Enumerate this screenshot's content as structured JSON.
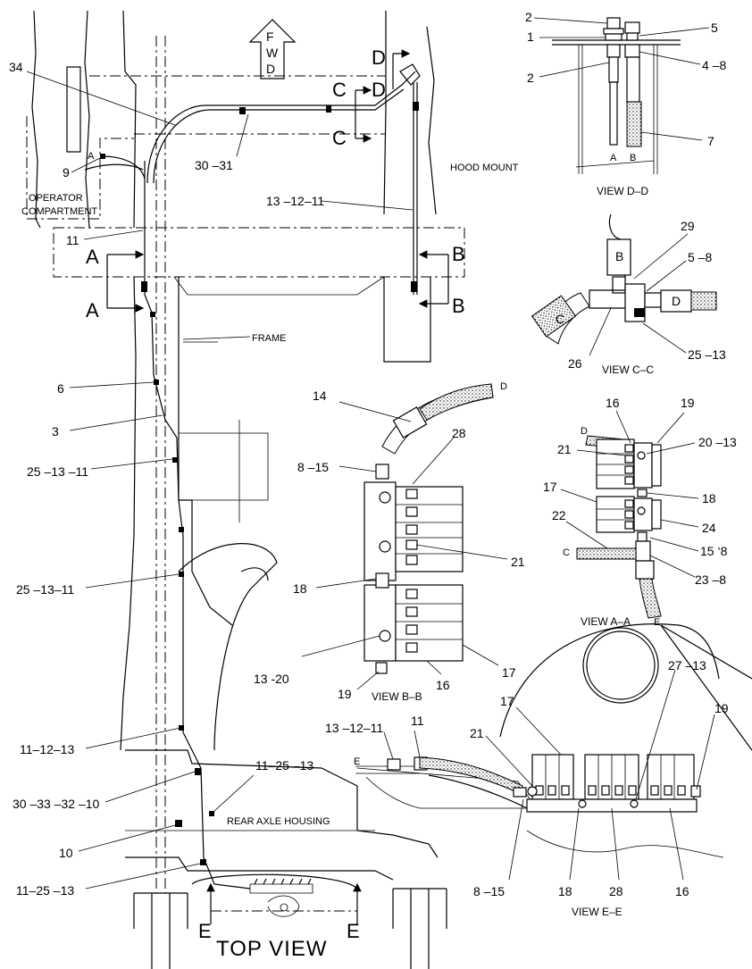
{
  "labels": {
    "fwd": [
      "F",
      "W",
      "D"
    ],
    "top_view": "TOP VIEW",
    "operator_compartment": "OPERATOR\nCOMPARTMENT",
    "frame": "FRAME",
    "rear_axle_housing": "REAR AXLE HOUSING",
    "hood_mount": "HOOD MOUNT",
    "view_dd": "VIEW D–D",
    "view_cc": "VIEW C–C",
    "view_bb": "VIEW B–B",
    "view_aa": "VIEW A–A",
    "view_ee": "VIEW E–E"
  },
  "section_marks": {
    "A": "A",
    "B": "B",
    "C": "C",
    "D": "D",
    "E": "E"
  },
  "callouts": {
    "c34": "34",
    "c9": "9",
    "cA_small": "A",
    "c30_31": "30 –31",
    "c13_12_11_top": "13 –12–11",
    "c11_top": "11",
    "c6": "6",
    "c3": "3",
    "c25_13_11_a": "25 –13 –11",
    "c25_13_11_b": "25 –13–11",
    "c11_12_13": "11–12–13",
    "c30_33_32_10": "30 –33 –32 –10",
    "c11_25_13_a": "11–25 –13",
    "c10": "10",
    "c11_25_13_b": "11–25 –13",
    "dd_2a": "2",
    "dd_1": "1",
    "dd_5": "5",
    "dd_4_8": "4 –8",
    "dd_2b": "2",
    "dd_7": "7",
    "dd_A": "A",
    "dd_B": "B",
    "cc_29": "29",
    "cc_5_8": "5 –8",
    "cc_B": "B",
    "cc_C": "C",
    "cc_D": "D",
    "cc_26": "26",
    "cc_25_13": "25 –13",
    "bb_14": "14",
    "bb_D": "D",
    "bb_28": "28",
    "bb_8_15": "8 –15",
    "bb_21": "21",
    "bb_18": "18",
    "bb_13_20": "13 ‑20",
    "bb_19": "19",
    "bb_16": "16",
    "bb_17": "17",
    "aa_16": "16",
    "aa_19": "19",
    "aa_D": "D",
    "aa_21": "21",
    "aa_20_13": "20 –13",
    "aa_17": "17",
    "aa_18": "18",
    "aa_24": "24",
    "aa_22": "22",
    "aa_C": "C",
    "aa_15_8": "15 ‘8",
    "aa_23_8": "23 –8",
    "aa_E": "E",
    "ee_27_13": "27 –13",
    "ee_17": "17",
    "ee_19": "19",
    "ee_21": "21",
    "ee_13_12_11": "13 –12–11",
    "ee_11": "11",
    "ee_E": "E",
    "ee_8_15": "8 –15",
    "ee_18": "18",
    "ee_28": "28",
    "ee_16": "16"
  },
  "colors": {
    "ink": "#000000",
    "paper": "#ffffff"
  }
}
